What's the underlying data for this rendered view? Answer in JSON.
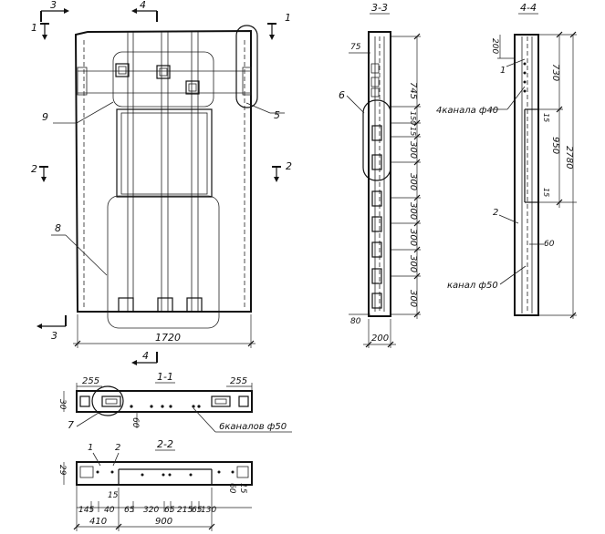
{
  "sections": {
    "s11": "1-1",
    "s22": "2-2",
    "s33": "3-3",
    "s44": "4-4"
  },
  "cut_marks": {
    "c1a": "1",
    "c1b": "1",
    "c2a": "2",
    "c2b": "2",
    "c3a": "3",
    "c3b": "3",
    "c4a": "4",
    "c4b": "4"
  },
  "callouts": {
    "n1a": "1",
    "n1b": "1",
    "n2a": "2",
    "n2b": "2",
    "n5": "5",
    "n6": "6",
    "n7": "7",
    "n8": "8",
    "n9": "9"
  },
  "dims_plan": {
    "width": "1720"
  },
  "dims_33": {
    "d75": "75",
    "d745": "745",
    "d150": "150",
    "d15": "15",
    "p1": "300",
    "p2": "300",
    "p3": "300",
    "p4": "300",
    "p5": "300",
    "p6": "300",
    "d80": "80",
    "d200": "200"
  },
  "dims_44": {
    "d200": "200",
    "d730": "730",
    "d15a": "15",
    "d950": "950",
    "d15b": "15",
    "d2780": "2780",
    "d60": "60",
    "chan40": "4канала ф40",
    "chan50": "канал ф50"
  },
  "dims_11": {
    "l255": "255",
    "r255": "255",
    "d30": "30",
    "d60": "60",
    "chan": "6каналов ф50"
  },
  "dims_22": {
    "d29": "29",
    "d15": "15",
    "d145": "145",
    "d40": "40",
    "d65a": "65",
    "d320": "320",
    "d65b": "65",
    "d215": "215",
    "d65c": "65",
    "d130": "130",
    "d15b": "15",
    "d60": "60",
    "d410": "410",
    "d900": "900"
  }
}
